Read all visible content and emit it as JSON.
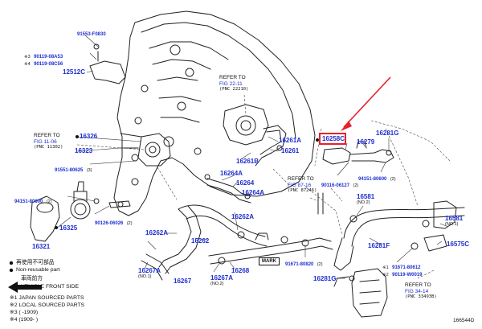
{
  "diagram_id": "166544D",
  "callout": {
    "highlighted_part": "16258C",
    "arrow_color": "#e8202a"
  },
  "refs": {
    "fig22": {
      "refer": "REFER TO",
      "fig": "FIG 22-11",
      "pnc": "(PNC 22210)"
    },
    "fig11": {
      "refer": "REFER TO",
      "fig": "FIG 11-06",
      "pnc": "(PNC 11302)"
    },
    "fig87": {
      "refer": "REFER TO",
      "fig": "FIG 87-16",
      "pnc": "(PNC 87246)"
    },
    "fig34": {
      "refer": "REFER TO",
      "fig": "FIG 34-14",
      "pnc": "(PNC 33493B)"
    }
  },
  "parts": {
    "p91553": "91553-F0830",
    "p90119a_mark": "※3",
    "p90119a": "90119-08A53",
    "p90119b_mark": "※4",
    "p90119b": "90119-08C56",
    "p12512C": "12512C",
    "p16326": "16326",
    "p16323": "16323",
    "p91551": "91551-80625",
    "p91551_q": "(3)",
    "p94151a": "94151-80600",
    "p94151a_q": "(2)",
    "p16325": "16325",
    "p16321": "16321",
    "p90126": "90126-06026",
    "p90126_q": "(2)",
    "p16261A": "16261A",
    "p16261": "16261",
    "p16261B": "16261B",
    "p16264A_a": "16264A",
    "p16264": "16264",
    "p16264A_b": "16264A",
    "p16262A_a": "16262A",
    "p16262A_b": "16262A",
    "p16262": "16262",
    "p16267A_a": "16267A",
    "p16267A_a_no": "(NO.1)",
    "p16267": "16267",
    "p16267A_b": "16267A",
    "p16267A_b_no": "(NO.2)",
    "p16268": "16268",
    "p16258C": "16258C",
    "p16279": "16279",
    "p16281G_a": "16281G",
    "p90116": "90116-06127",
    "p90116_q": "(2)",
    "p94151b": "94151-80600",
    "p94151b_q": "(2)",
    "p16581_a": "16581",
    "p16581_a_no": "(NO.2)",
    "p16581_b": "16581",
    "p16581_b_no": "(NO.1)",
    "p16575C": "16575C",
    "p16281F": "16281F",
    "p91671a": "91671-80820",
    "p91671a_q": "(2)",
    "p91671b_mark": "※1",
    "p91671b": "91671-80612",
    "p90119c_mark": "※2",
    "p90119c": "90119-W0019",
    "p16281G_b": "16281G",
    "mark_label": "MARK"
  },
  "legend": {
    "not_reusable_jp": "再使用不可部品",
    "not_reusable": "Non-reusable part",
    "front_jp": "車両前方",
    "front": "VEHICLE FRONT SIDE",
    "note1": "※1 JAPAN SOURCED PARTS",
    "note2": "※2 LOCAL SOURCED PARTS",
    "note3": "※3 (         -1909)",
    "note4": "※4 (1909-         )"
  }
}
